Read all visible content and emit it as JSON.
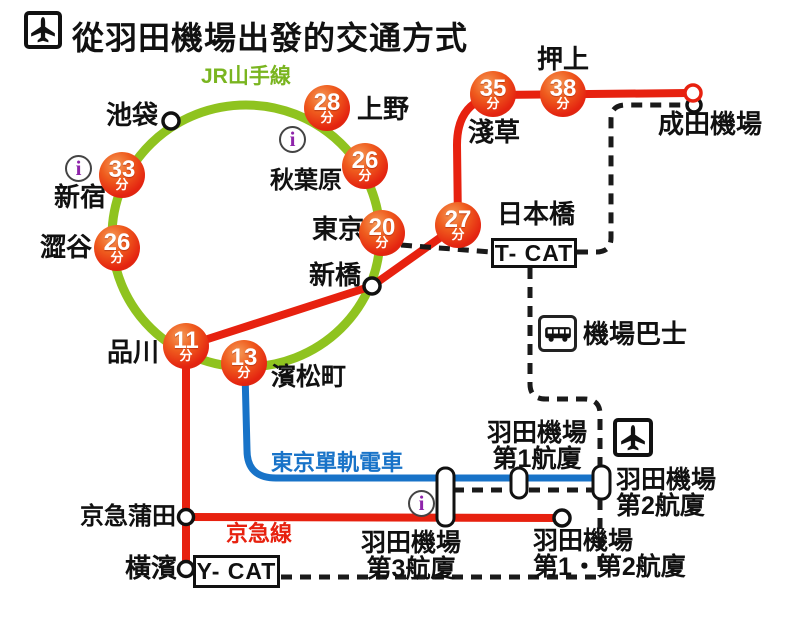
{
  "title": {
    "text": "從羽田機場出發的交通方式"
  },
  "colors": {
    "red": "#e7210f",
    "green": "#8fc31f",
    "blue": "#1873c8",
    "black": "#1a1a1a",
    "info_purple": "#8e24aa"
  },
  "lines": {
    "yamanote_label": "JR山手線",
    "keikyu_label": "京急線",
    "monorail_label": "東京單軌電車"
  },
  "stations": {
    "ikebukuro": "池袋",
    "ueno": "上野",
    "akihabara": "秋葉原",
    "shinjuku": "新宿",
    "shibuya": "澀谷",
    "tokyo": "東京",
    "shimbashi": "新橋",
    "nihombashi": "日本橋",
    "asakusa": "淺草",
    "oshiage": "押上",
    "narita": "成田機場",
    "shinagawa": "品川",
    "hamamatsucho": "濱松町",
    "keikyu_kamata": "京急蒲田",
    "yokohama": "橫濱"
  },
  "badges": {
    "suffix": "分",
    "ueno": "28",
    "akihabara": "26",
    "tokyo": "20",
    "nihombashi": "27",
    "shinjuku": "33",
    "shibuya": "26",
    "shinagawa": "11",
    "hamamatsucho": "13",
    "asakusa": "35",
    "oshiage": "38"
  },
  "boxes": {
    "tcat": "T- CAT",
    "ycat": "Y- CAT"
  },
  "legend": {
    "airport_bus": "機場巴士"
  },
  "terminals": {
    "t1": {
      "line1": "羽田機場",
      "line2": "第1航廈"
    },
    "t2": {
      "line1": "羽田機場",
      "line2": "第2航廈"
    },
    "t3": {
      "line1": "羽田機場",
      "line2": "第3航廈"
    },
    "t1t2": {
      "line1": "羽田機場",
      "line2": "第1・第2航廈"
    }
  },
  "info_icon": {
    "glyph": "i"
  }
}
